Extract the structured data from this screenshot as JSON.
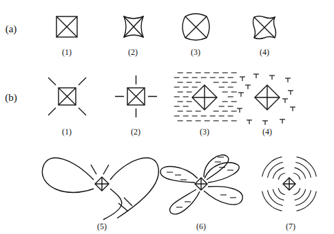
{
  "diagram": {
    "labels": [
      "(a)",
      "(1)",
      "(2)",
      "(3)",
      "(4)",
      "(b)",
      "(1)",
      "(2)",
      "(3)",
      "(4)",
      "(5)",
      "(6)",
      "(7)"
    ]
  }
}
